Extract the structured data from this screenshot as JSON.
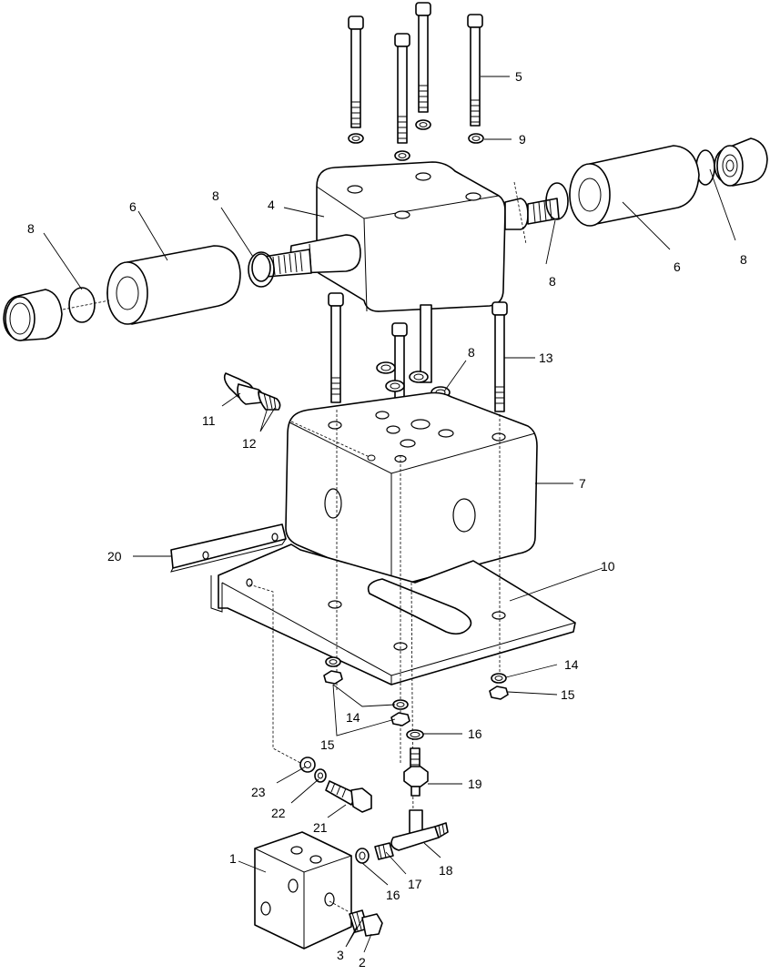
{
  "callouts": [
    {
      "id": "c5",
      "text": "5"
    },
    {
      "id": "c9",
      "text": "9"
    },
    {
      "id": "c4",
      "text": "4"
    },
    {
      "id": "c8a",
      "text": "8"
    },
    {
      "id": "c6a",
      "text": "6"
    },
    {
      "id": "c8b",
      "text": "8"
    },
    {
      "id": "c8c",
      "text": "8"
    },
    {
      "id": "c6b",
      "text": "6"
    },
    {
      "id": "c8d",
      "text": "8"
    },
    {
      "id": "c13",
      "text": "13"
    },
    {
      "id": "c8e",
      "text": "8"
    },
    {
      "id": "c11",
      "text": "11"
    },
    {
      "id": "c12",
      "text": "12"
    },
    {
      "id": "c7",
      "text": "7"
    },
    {
      "id": "c20",
      "text": "20"
    },
    {
      "id": "c10",
      "text": "10"
    },
    {
      "id": "c14a",
      "text": "14"
    },
    {
      "id": "c15a",
      "text": "15"
    },
    {
      "id": "c14b",
      "text": "14"
    },
    {
      "id": "c15b",
      "text": "15"
    },
    {
      "id": "c16a",
      "text": "16"
    },
    {
      "id": "c19",
      "text": "19"
    },
    {
      "id": "c23",
      "text": "23"
    },
    {
      "id": "c22",
      "text": "22"
    },
    {
      "id": "c21",
      "text": "21"
    },
    {
      "id": "c1",
      "text": "1"
    },
    {
      "id": "c16b",
      "text": "16"
    },
    {
      "id": "c17",
      "text": "17"
    },
    {
      "id": "c18",
      "text": "18"
    },
    {
      "id": "c3",
      "text": "3"
    },
    {
      "id": "c2",
      "text": "2"
    }
  ]
}
